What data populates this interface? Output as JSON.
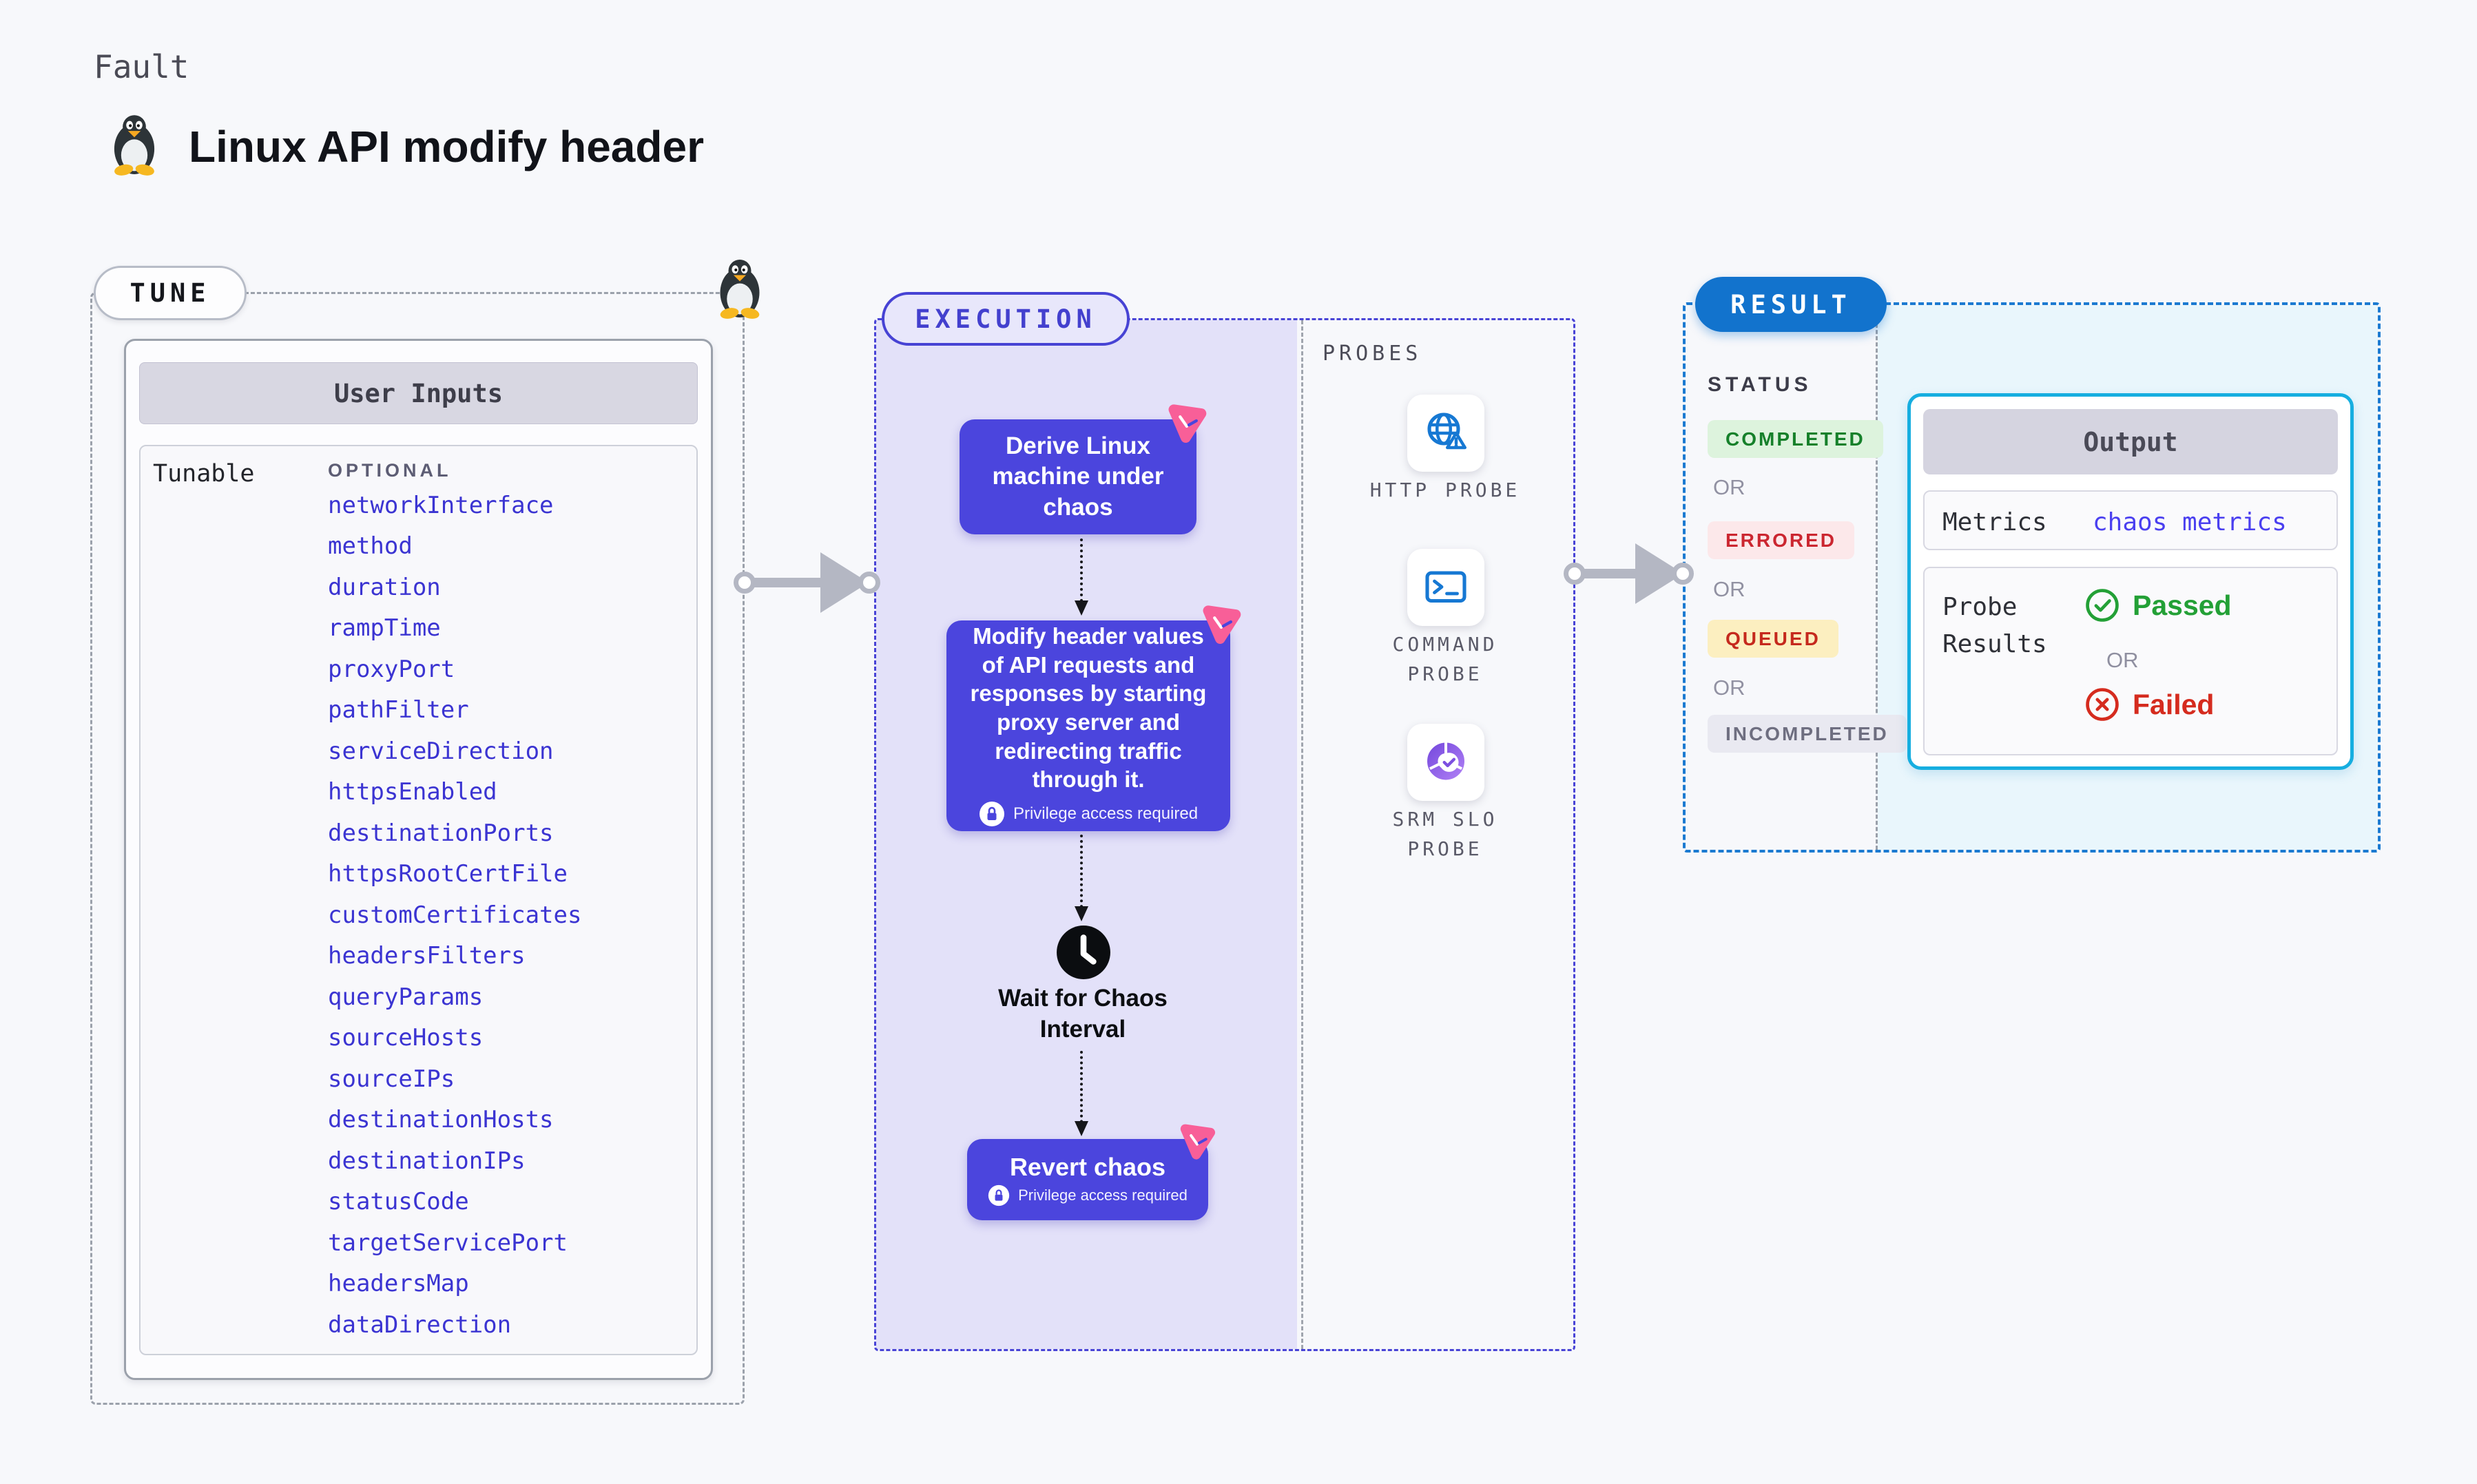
{
  "page": {
    "eyebrow": "Fault",
    "title": "Linux API modify header"
  },
  "tune": {
    "label": "TUNE",
    "panel_title": "User Inputs",
    "row_label": "Tunable",
    "optional_label": "OPTIONAL",
    "tunables": [
      "networkInterface",
      "method",
      "duration",
      "rampTime",
      "proxyPort",
      "pathFilter",
      "serviceDirection",
      "httpsEnabled",
      "destinationPorts",
      "httpsRootCertFile",
      "customCertificates",
      "headersFilters",
      "queryParams",
      "sourceHosts",
      "sourceIPs",
      "destinationHosts",
      "destinationIPs",
      "statusCode",
      "targetServicePort",
      "headersMap",
      "dataDirection"
    ]
  },
  "execution": {
    "label": "EXECUTION",
    "steps": {
      "derive": "Derive Linux machine under chaos",
      "modify": "Modify header values of API requests and responses by starting proxy server and redirecting traffic through it.",
      "wait": "Wait for Chaos Interval",
      "revert": "Revert chaos",
      "privilege_note": "Privilege access required"
    },
    "probes": {
      "label": "PROBES",
      "items": [
        {
          "name": "HTTP PROBE",
          "icon": "globe-alert-icon"
        },
        {
          "name": "COMMAND PROBE",
          "icon": "terminal-icon"
        },
        {
          "name": "SRM SLO PROBE",
          "icon": "slo-donut-icon"
        }
      ]
    }
  },
  "result": {
    "label": "RESULT",
    "status_label": "STATUS",
    "or_label": "OR",
    "statuses": [
      {
        "label": "COMPLETED",
        "style": "success"
      },
      {
        "label": "ERRORED",
        "style": "error"
      },
      {
        "label": "QUEUED",
        "style": "warn"
      },
      {
        "label": "INCOMPLETED",
        "style": "muted"
      }
    ],
    "output": {
      "title": "Output",
      "metrics_label": "Metrics",
      "metrics_link": "chaos metrics",
      "probe_results_label": "Probe Results",
      "passed": "Passed",
      "failed": "Failed"
    }
  },
  "colors": {
    "accent_indigo": "#4b45dd",
    "accent_blue": "#1273cd",
    "accent_cyan": "#16aee0",
    "chaos_pink": "#f85f98",
    "link": "#3b34d2",
    "passed_green": "#23a036",
    "failed_red": "#d52b1e"
  }
}
